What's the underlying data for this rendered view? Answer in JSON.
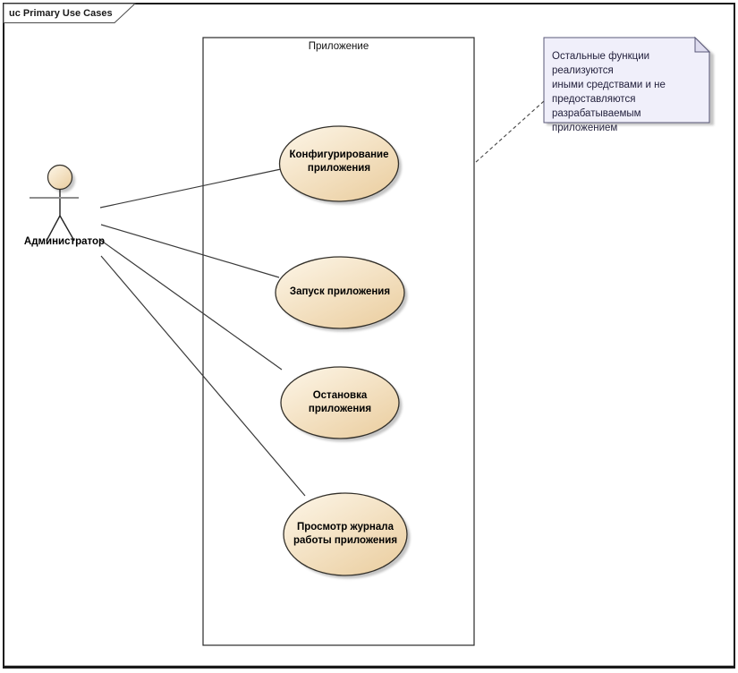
{
  "frame": {
    "title": "uc Primary Use Cases"
  },
  "system_boundary": {
    "label": "Приложение"
  },
  "actor": {
    "label": "Администратор"
  },
  "use_cases": [
    {
      "label": "Конфигурирование приложения",
      "lines": [
        "Конфигурирование",
        "приложения"
      ]
    },
    {
      "label": "Запуск приложения",
      "lines": [
        "Запуск приложения"
      ]
    },
    {
      "label": "Остановка приложения",
      "lines": [
        "Остановка",
        "приложения"
      ]
    },
    {
      "label": "Просмотр журнала работы приложения",
      "lines": [
        "Просмотр журнала",
        "работы приложения"
      ]
    }
  ],
  "note": {
    "text": "Остальные функции реализуются иными средствами и не предоставляются разрабатываемым приложением",
    "lines": [
      "Остальные функции реализуются",
      "иными средствами и не",
      "предоставляются",
      "разрабатываемым приложением"
    ]
  },
  "colors": {
    "usecase_fill_light": "#FDF6E8",
    "usecase_fill_dark": "#EBCFA2",
    "usecase_stroke": "#33302A",
    "note_fill": "#F0EFFA",
    "note_fold_fill": "#DEDCEF",
    "note_stroke": "#5A5878",
    "note_text": "#23213D",
    "connector": "#3A3A3A",
    "frame_stroke": "#1A1A1A"
  }
}
